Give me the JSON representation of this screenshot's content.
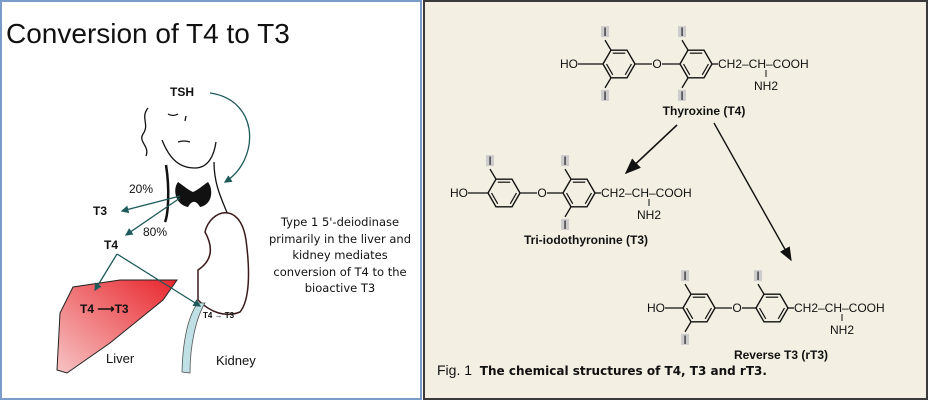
{
  "slide": {
    "title": "Conversion of T4 to T3",
    "labels": {
      "tsh": "TSH",
      "t3": "T3",
      "t4": "T4",
      "pct20": "20%",
      "pct80": "80%",
      "liver_conversion_from": "T4",
      "liver_conversion_to": "T3",
      "kidney_conversion": "T4 → T3",
      "liver": "Liver",
      "kidney": "Kidney"
    },
    "description": "Type 1 5'-deiodinase primarily in the liver and kidney mediates conversion of T4 to the bioactive T3"
  },
  "figure": {
    "molecules": [
      {
        "name": "Thyroxine (T4)",
        "ho": "HO",
        "o": "O",
        "chain": "CH2–CH–COOH",
        "amine": "NH2",
        "iodine": "I"
      },
      {
        "name": "Tri-iodothyronine (T3)",
        "ho": "HO",
        "o": "O",
        "chain": "CH2–CH–COOH",
        "amine": "NH2",
        "iodine": "I"
      },
      {
        "name": "Reverse T3 (rT3)",
        "ho": "HO",
        "o": "O",
        "chain": "CH2–CH–COOH",
        "amine": "NH2",
        "iodine": "I"
      }
    ],
    "caption_prefix": "Fig. 1",
    "caption": "The chemical structures of T4, T3 and rT3."
  },
  "colors": {
    "liver": "#e8262c",
    "kidney_duct": "#bfe0e4",
    "arrow": "#1f5a5a"
  }
}
